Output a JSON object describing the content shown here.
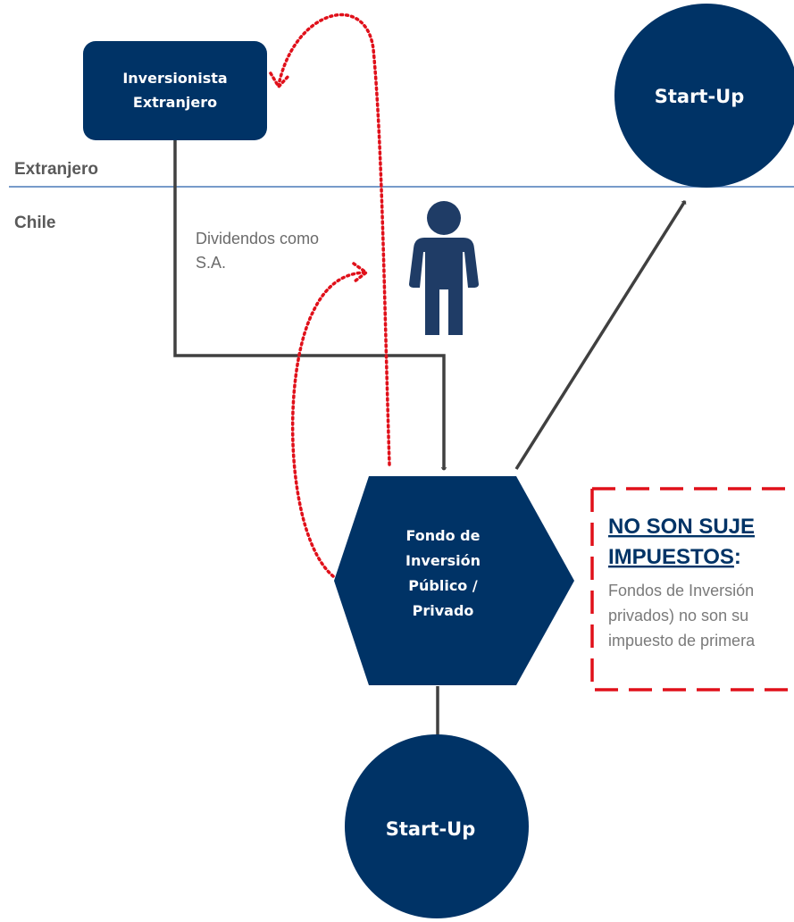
{
  "colors": {
    "node_fill": "#003366",
    "arrow": "#404040",
    "dotted_arrow": "#e0101a",
    "region_line": "#4a7ab8",
    "region_label": "#595959",
    "callout_border": "#e0101a",
    "callout_title": "#003366",
    "callout_body": "#7a7a7a"
  },
  "nodes": {
    "investor": {
      "line1": "Inversionista",
      "line2": "Extranjero"
    },
    "startup_top": {
      "label": "Start-Up"
    },
    "fund": {
      "line1": "Fondo de",
      "line2": "Inversión",
      "line3": "Público /",
      "line4": "Privado"
    },
    "startup_bottom": {
      "label": "Start-Up"
    }
  },
  "regions": {
    "abroad": "Extranjero",
    "chile": "Chile"
  },
  "edge_label": {
    "line1": "Dividendos como",
    "line2": "S.A."
  },
  "person_icon": "person-icon",
  "callout": {
    "title_line1": "NO SON SUJE",
    "title_line2": "IMPUESTOS",
    "title_colon": ":",
    "body_line1": "Fondos de Inversión",
    "body_line2": "privados) no son su",
    "body_line3": "impuesto de primera"
  }
}
